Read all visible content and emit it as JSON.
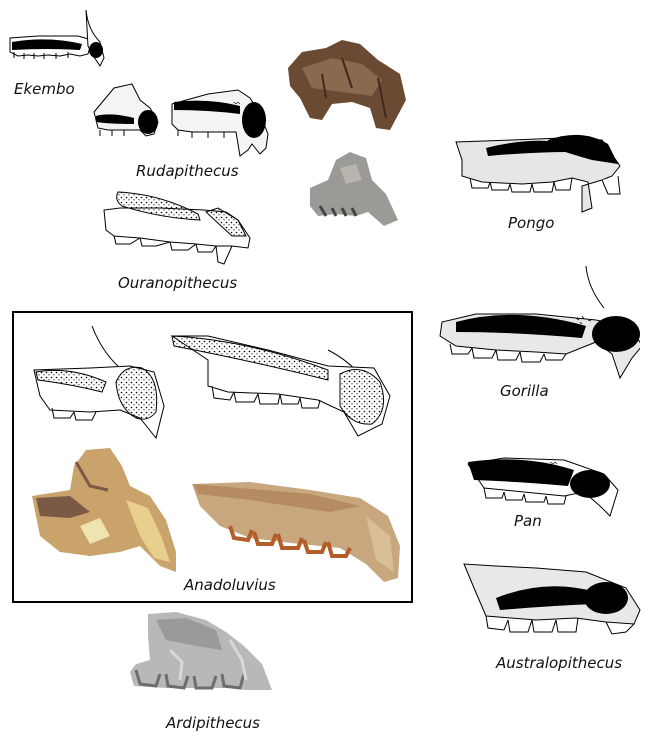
{
  "labels": {
    "ekembo": "Ekembo",
    "rudapithecus": "Rudapithecus",
    "ouranopithecus": "Ouranopithecus",
    "pongo": "Pongo",
    "gorilla": "Gorilla",
    "pan": "Pan",
    "anadoluvius": "Anadoluvius",
    "australopithecus": "Australopithecus",
    "ardipithecus": "Ardipithecus"
  },
  "colors": {
    "sinus": "#000000",
    "bone_fill": "#e8e8e8",
    "outline": "#000000",
    "fossil_brown": "#6b4a33",
    "fossil_grey": "#9c9a96",
    "fossil_tan": "#c9a36b",
    "fossil_silver": "#b8b8b8"
  }
}
